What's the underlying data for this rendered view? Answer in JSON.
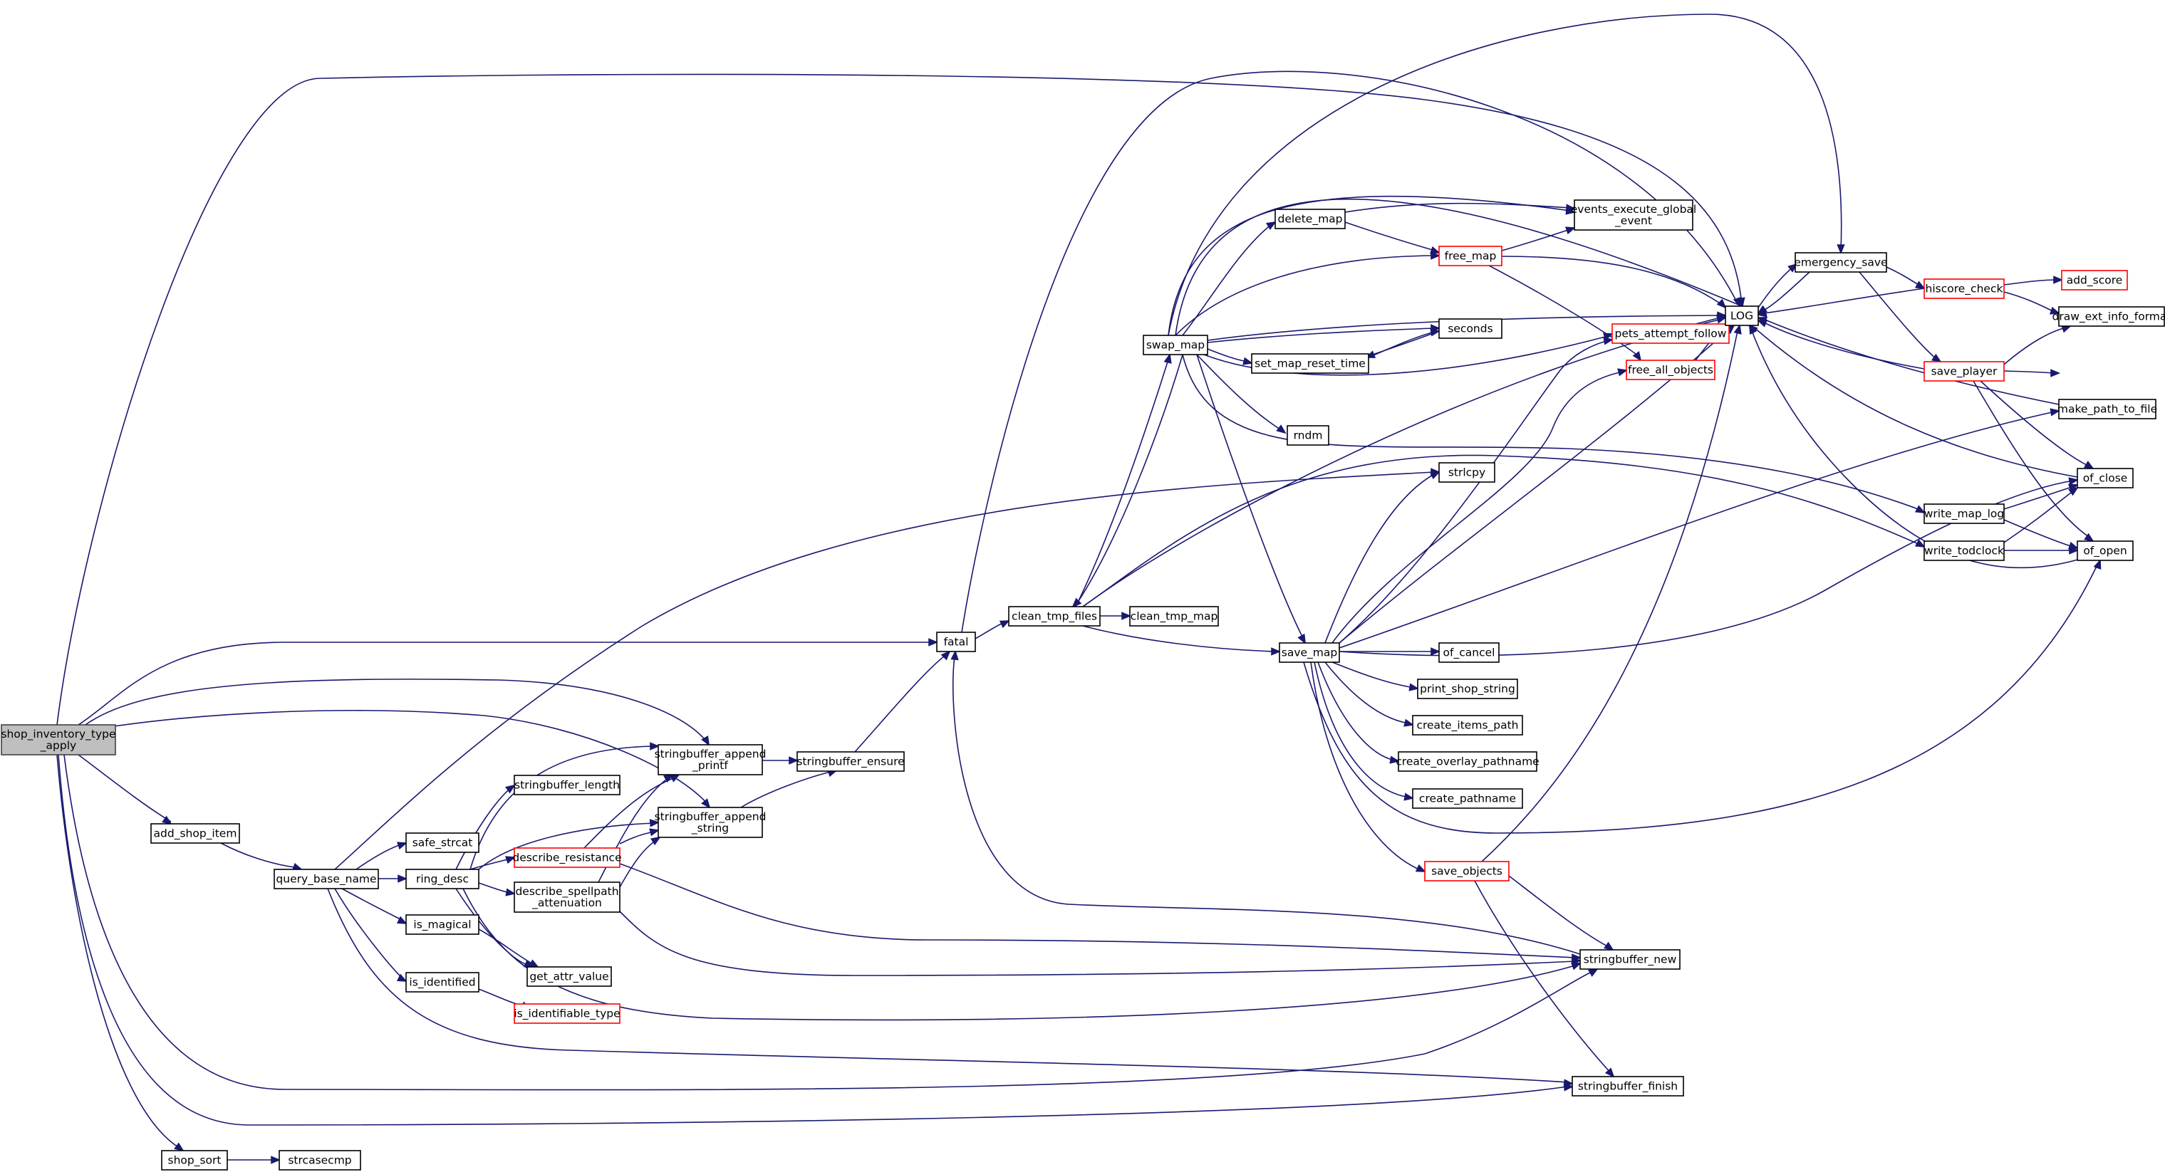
{
  "diagram": {
    "type": "call-graph",
    "colors": {
      "edge": "#191970",
      "node_border": "#000000",
      "node_border_incomplete": "#ff0000",
      "root_fill": "#bfbfbf"
    },
    "nodes": [
      {
        "id": "root",
        "lines": [
          "shop_inventory_type",
          "_apply"
        ]
      },
      {
        "id": "add_shop_item",
        "lines": [
          "add_shop_item"
        ]
      },
      {
        "id": "query_base_name",
        "lines": [
          "query_base_name"
        ]
      },
      {
        "id": "safe_strcat",
        "lines": [
          "safe_strcat"
        ]
      },
      {
        "id": "ring_desc",
        "lines": [
          "ring_desc"
        ]
      },
      {
        "id": "is_magical",
        "lines": [
          "is_magical"
        ]
      },
      {
        "id": "is_identified",
        "lines": [
          "is_identified"
        ]
      },
      {
        "id": "is_identifiable_type",
        "lines": [
          "is_identifiable_type"
        ],
        "incomplete": true
      },
      {
        "id": "get_attr_value",
        "lines": [
          "get_attr_value"
        ]
      },
      {
        "id": "stringbuffer_length",
        "lines": [
          "stringbuffer_length"
        ]
      },
      {
        "id": "describe_resistance",
        "lines": [
          "describe_resistance"
        ],
        "incomplete": true
      },
      {
        "id": "describe_spellpath",
        "lines": [
          "describe_spellpath",
          "_attenuation"
        ]
      },
      {
        "id": "sb_append_printf",
        "lines": [
          "stringbuffer_append",
          "_printf"
        ]
      },
      {
        "id": "sb_append_string",
        "lines": [
          "stringbuffer_append",
          "_string"
        ]
      },
      {
        "id": "sb_ensure",
        "lines": [
          "stringbuffer_ensure"
        ]
      },
      {
        "id": "fatal",
        "lines": [
          "fatal"
        ]
      },
      {
        "id": "clean_tmp_files",
        "lines": [
          "clean_tmp_files"
        ]
      },
      {
        "id": "clean_tmp_map",
        "lines": [
          "clean_tmp_map"
        ]
      },
      {
        "id": "swap_map",
        "lines": [
          "swap_map"
        ]
      },
      {
        "id": "delete_map",
        "lines": [
          "delete_map"
        ]
      },
      {
        "id": "free_map",
        "lines": [
          "free_map"
        ],
        "incomplete": true
      },
      {
        "id": "events_exec",
        "lines": [
          "events_execute_global",
          "_event"
        ]
      },
      {
        "id": "seconds",
        "lines": [
          "seconds"
        ]
      },
      {
        "id": "set_map_reset_time",
        "lines": [
          "set_map_reset_time"
        ]
      },
      {
        "id": "rndm",
        "lines": [
          "rndm"
        ]
      },
      {
        "id": "pets_attempt_follow",
        "lines": [
          "pets_attempt_follow"
        ],
        "incomplete": true
      },
      {
        "id": "free_all_objects",
        "lines": [
          "free_all_objects"
        ],
        "incomplete": true
      },
      {
        "id": "LOG",
        "lines": [
          "LOG"
        ]
      },
      {
        "id": "emergency_save",
        "lines": [
          "emergency_save"
        ]
      },
      {
        "id": "hiscore_check",
        "lines": [
          "hiscore_check"
        ],
        "incomplete": true
      },
      {
        "id": "add_score",
        "lines": [
          "add_score"
        ],
        "incomplete": true
      },
      {
        "id": "draw_ext_info_format",
        "lines": [
          "draw_ext_info_format"
        ]
      },
      {
        "id": "save_player",
        "lines": [
          "save_player"
        ],
        "incomplete": true
      },
      {
        "id": "make_path_to_file",
        "lines": [
          "make_path_to_file"
        ]
      },
      {
        "id": "of_close",
        "lines": [
          "of_close"
        ]
      },
      {
        "id": "of_open",
        "lines": [
          "of_open"
        ]
      },
      {
        "id": "write_map_log",
        "lines": [
          "write_map_log"
        ]
      },
      {
        "id": "write_todclock",
        "lines": [
          "write_todclock"
        ]
      },
      {
        "id": "strlcpy",
        "lines": [
          "strlcpy"
        ]
      },
      {
        "id": "save_map",
        "lines": [
          "save_map"
        ]
      },
      {
        "id": "of_cancel",
        "lines": [
          "of_cancel"
        ]
      },
      {
        "id": "print_shop_string",
        "lines": [
          "print_shop_string"
        ]
      },
      {
        "id": "create_items_path",
        "lines": [
          "create_items_path"
        ]
      },
      {
        "id": "create_overlay_pathname",
        "lines": [
          "create_overlay_pathname"
        ]
      },
      {
        "id": "create_pathname",
        "lines": [
          "create_pathname"
        ]
      },
      {
        "id": "save_objects",
        "lines": [
          "save_objects"
        ],
        "incomplete": true
      },
      {
        "id": "stringbuffer_new",
        "lines": [
          "stringbuffer_new"
        ]
      },
      {
        "id": "stringbuffer_finish",
        "lines": [
          "stringbuffer_finish"
        ]
      },
      {
        "id": "shop_sort",
        "lines": [
          "shop_sort"
        ]
      },
      {
        "id": "strcasecmp",
        "lines": [
          "strcasecmp"
        ]
      }
    ]
  }
}
